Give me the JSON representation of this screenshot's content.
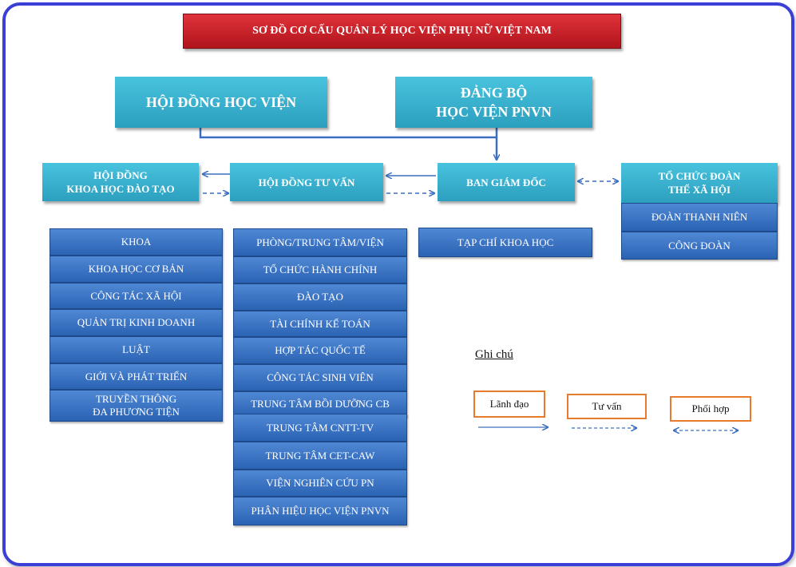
{
  "title": "SƠ ĐỒ CƠ CẤU QUẢN LÝ HỌC VIỆN PHỤ NỮ VIỆT NAM",
  "top_boxes": {
    "hoi_dong": "HỘI ĐỒNG  HỌC VIỆN",
    "dang_bo_line1": "ĐẢNG BỘ",
    "dang_bo_line2": "HỌC VIỆN PNVN"
  },
  "second_row": {
    "khoa_hoc_line1": "HỘI ĐỒNG",
    "khoa_hoc_line2": "KHOA HỌC ĐÀO TẠO",
    "tu_van": "HỘI ĐỒNG TƯ VẤN",
    "ban_giam_doc": "BAN GIÁM ĐỐC",
    "to_chuc_line1": "TỔ CHỨC ĐOÀN",
    "to_chuc_line2": "THỂ XÃ HỘI"
  },
  "khoa_list": [
    "KHOA",
    "KHOA HỌC CƠ BẢN",
    "CÔNG TÁC XÃ HỘI",
    "QUẢN TRỊ KINH DOANH",
    "LUẬT",
    "GIỚI VÀ PHÁT TRIỂN"
  ],
  "khoa_last_line1": "TRUYỀN THÔNG",
  "khoa_last_line2": "ĐA PHƯƠNG TIỆN",
  "phong_list": [
    "PHÒNG/TRUNG TÂM/VIỆN",
    "TỔ CHỨC HÀNH CHÍNH",
    "ĐÀO TẠO",
    "TÀI CHÍNH KẾ TOÁN",
    "HỢP TÁC QUỐC TẾ",
    "CÔNG TÁC SINH VIÊN",
    "TRUNG TÂM BỒI DƯỠNG CB",
    "TRUNG TÂM CNTT-TV",
    "TRUNG TÂM CET-CAW",
    "VIỆN NGHIÊN CỨU PN",
    "PHÂN HIỆU HỌC VIỆN PNVN"
  ],
  "tap_chi": "TẠP CHÍ KHOA HỌC",
  "doan_list": [
    "ĐOÀN THANH NIÊN",
    "CÔNG ĐOÀN"
  ],
  "legend": {
    "title": "Ghi chú",
    "lanh_dao": "Lãnh đạo",
    "tu_van": "Tư vấn",
    "phoi_hop": "Phối hợp"
  },
  "colors": {
    "frame": "#3a3fd6",
    "title_red": "#c8202a",
    "teal": "#37afd0",
    "blue": "#3a73c4",
    "connector": "#3d6fc0",
    "legend_border": "#e77b2b"
  }
}
